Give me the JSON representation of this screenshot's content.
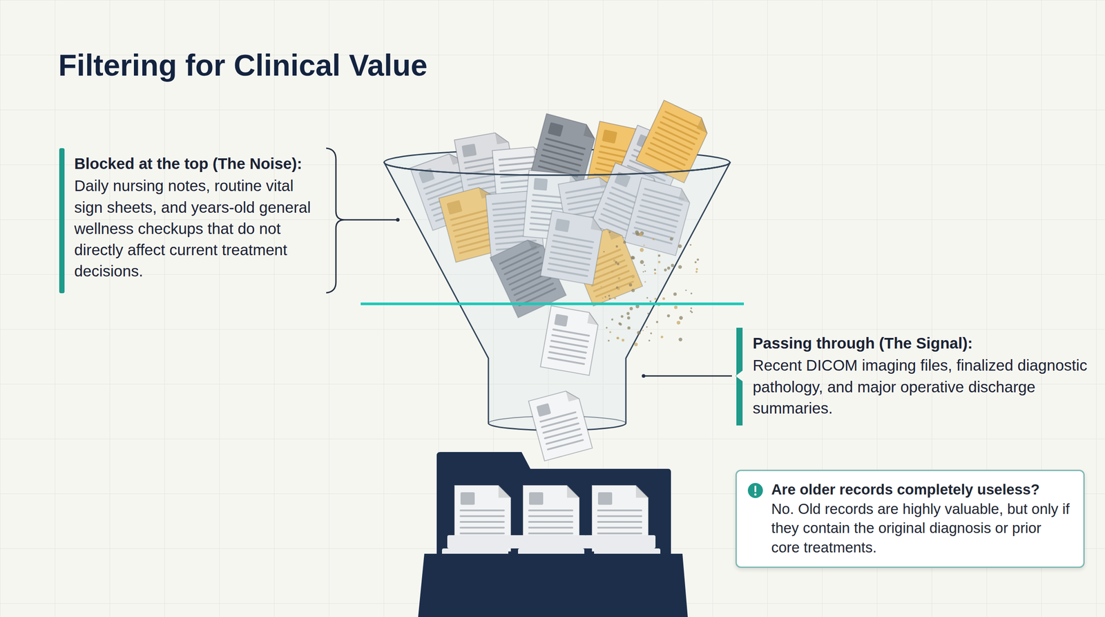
{
  "diagram": {
    "title": "Filtering for Clinical Value",
    "nodes": [
      {
        "text": [
          "Are older records completely useless?",
          "No. Old records are highly valuable, but only if they contain the original diagnosis or prior core treatments."
        ]
      }
    ],
    "labels": [
      "Blocked at the top (The Noise):",
      "Daily nursing notes, routine vital sign sheets, and years-old general wellness checkups that do not directly affect current treatment decisions.",
      "Passing through (The Signal):",
      "Recent DICOM imaging files, finalized diagnostic pathology, and major operative discharge summaries."
    ]
  }
}
